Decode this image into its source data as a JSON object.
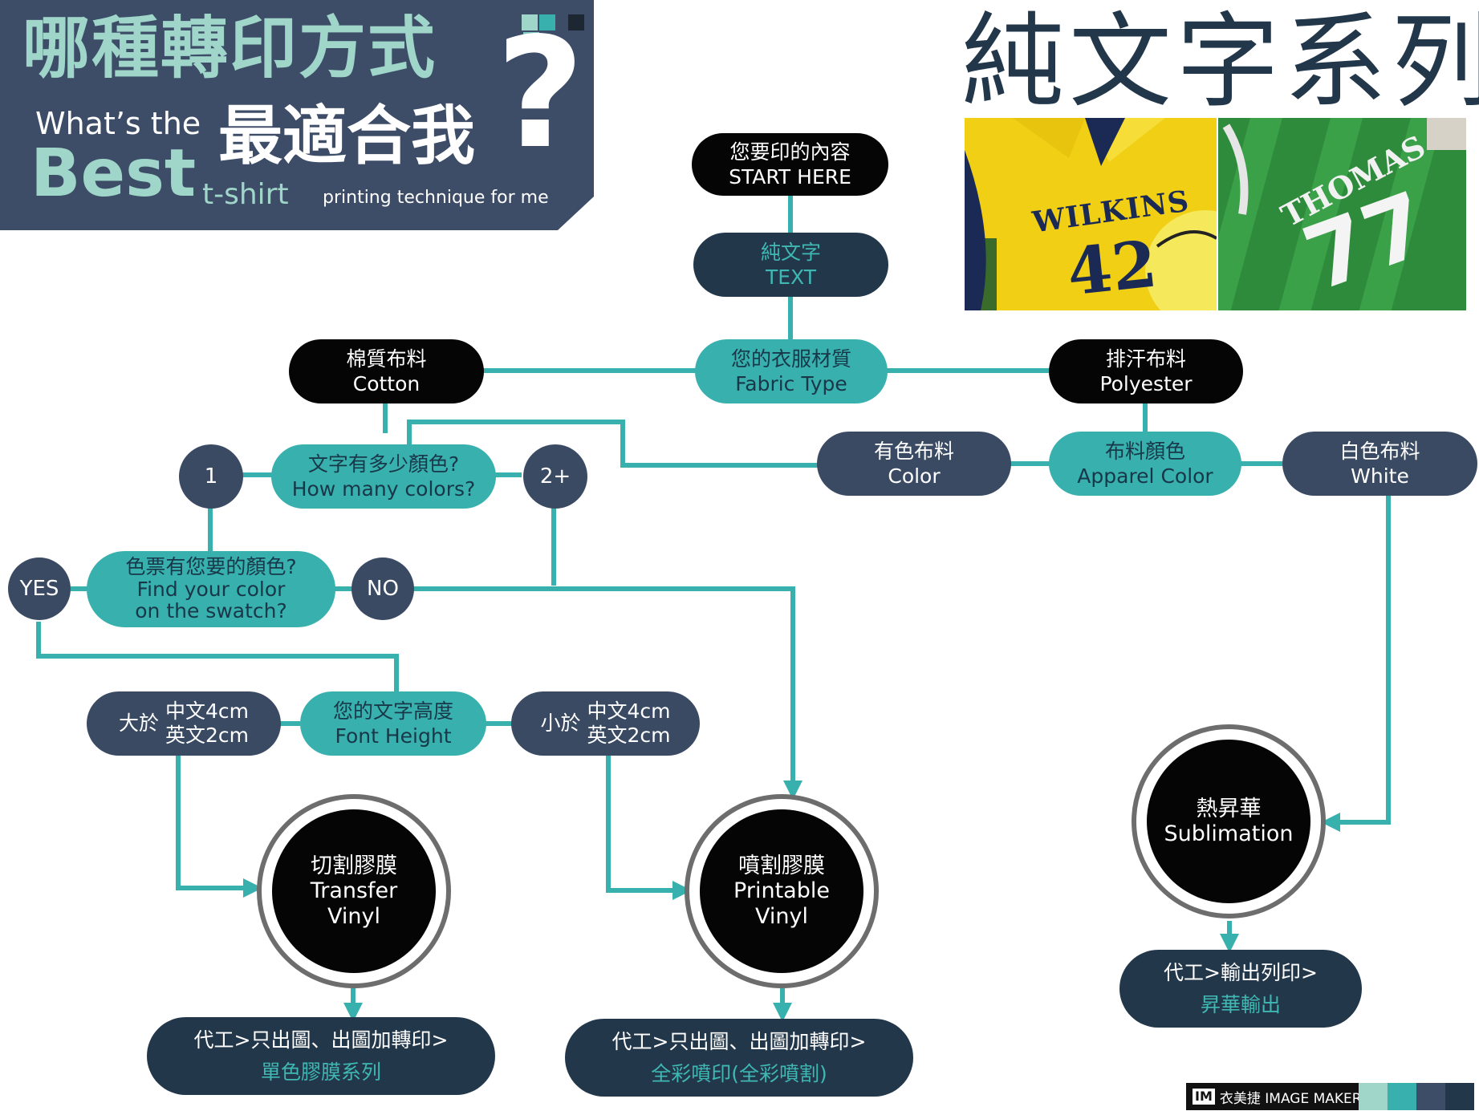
{
  "header": {
    "zh_title_1": "哪種轉印方式",
    "zh_title_2": "最適合我",
    "en_whats": "What’s the",
    "en_best": "Best",
    "en_tshirt": "t-shirt",
    "en_rest": "printing technique for me",
    "question_mark": "?"
  },
  "series_title": "純文字系列",
  "photos": [
    {
      "name": "WILKINS",
      "number": "42"
    },
    {
      "name": "THOMAS",
      "number": "77"
    }
  ],
  "nodes": {
    "start": [
      "您要印的內容",
      "START HERE"
    ],
    "text": [
      "純文字",
      "TEXT"
    ],
    "fabric": [
      "您的衣服材質",
      "Fabric Type"
    ],
    "cotton": [
      "棉質布料",
      "Cotton"
    ],
    "polyester": [
      "排汗布料",
      "Polyester"
    ],
    "colors": [
      "文字有多少顏色?",
      "How many colors?"
    ],
    "one": "1",
    "twoplus": "2+",
    "colored": [
      "有色布料",
      "Color"
    ],
    "apparel": [
      "布料顏色",
      "Apparel Color"
    ],
    "white": [
      "白色布料",
      "White"
    ],
    "swatch": [
      "色票有您要的顏色?",
      "Find your color",
      "on the swatch?"
    ],
    "yes": "YES",
    "no": "NO",
    "height": [
      "您的文字高度",
      "Font Height"
    ],
    "bigger": {
      "prefix": "大於",
      "l1": "中文4cm",
      "l2": "英文2cm"
    },
    "smaller": {
      "prefix": "小於",
      "l1": "中文4cm",
      "l2": "英文2cm"
    },
    "transfer": [
      "切割膠膜",
      "Transfer",
      "Vinyl"
    ],
    "printable": [
      "噴割膠膜",
      "Printable",
      "Vinyl"
    ],
    "sublimation": [
      "熱昇華",
      "Sublimation"
    ]
  },
  "results": {
    "transfer": {
      "line1": "代工>只出圖、出圖加轉印>",
      "line2": "單色膠膜系列"
    },
    "printable": {
      "line1": "代工>只出圖、出圖加轉印>",
      "line2": "全彩噴印(全彩噴割)"
    },
    "sublimation": {
      "line1": "代工>輸出列印>",
      "line2": "昇華輸出"
    }
  },
  "brand": {
    "logo_mark": "IM",
    "name": "衣美捷 IMAGE MAKER"
  },
  "colors": {
    "teal": "#38b0ad",
    "navy": "#3a4a63",
    "dark": "#23374b",
    "banner": "#3d4d68",
    "mint": "#9fd6c9"
  }
}
